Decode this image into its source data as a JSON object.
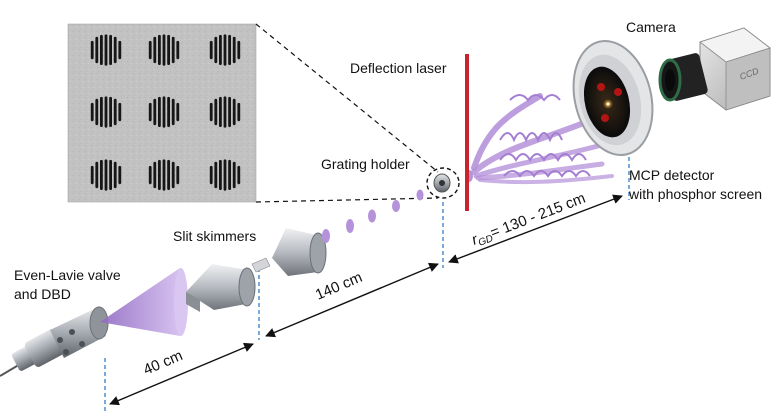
{
  "labels": {
    "valve_line1": "Even-Lavie valve",
    "valve_line2": "and DBD",
    "skimmers": "Slit skimmers",
    "grating": "Grating holder",
    "laser": "Deflection laser",
    "camera": "Camera",
    "mcp_line1": "MCP detector",
    "mcp_line2": "with phosphor screen",
    "ccd": "CCD"
  },
  "distances": {
    "d1": "40 cm",
    "d2": "140 cm",
    "d3_symbol": "r",
    "d3_subscript": "GD",
    "d3_value": "= 130 - 215 cm"
  },
  "colors": {
    "beam": "#b592d9",
    "laser": "#c8232f",
    "guide": "#4a8fcf",
    "metal": "#9da2a8",
    "inset_bg": "#c2c2c2"
  }
}
